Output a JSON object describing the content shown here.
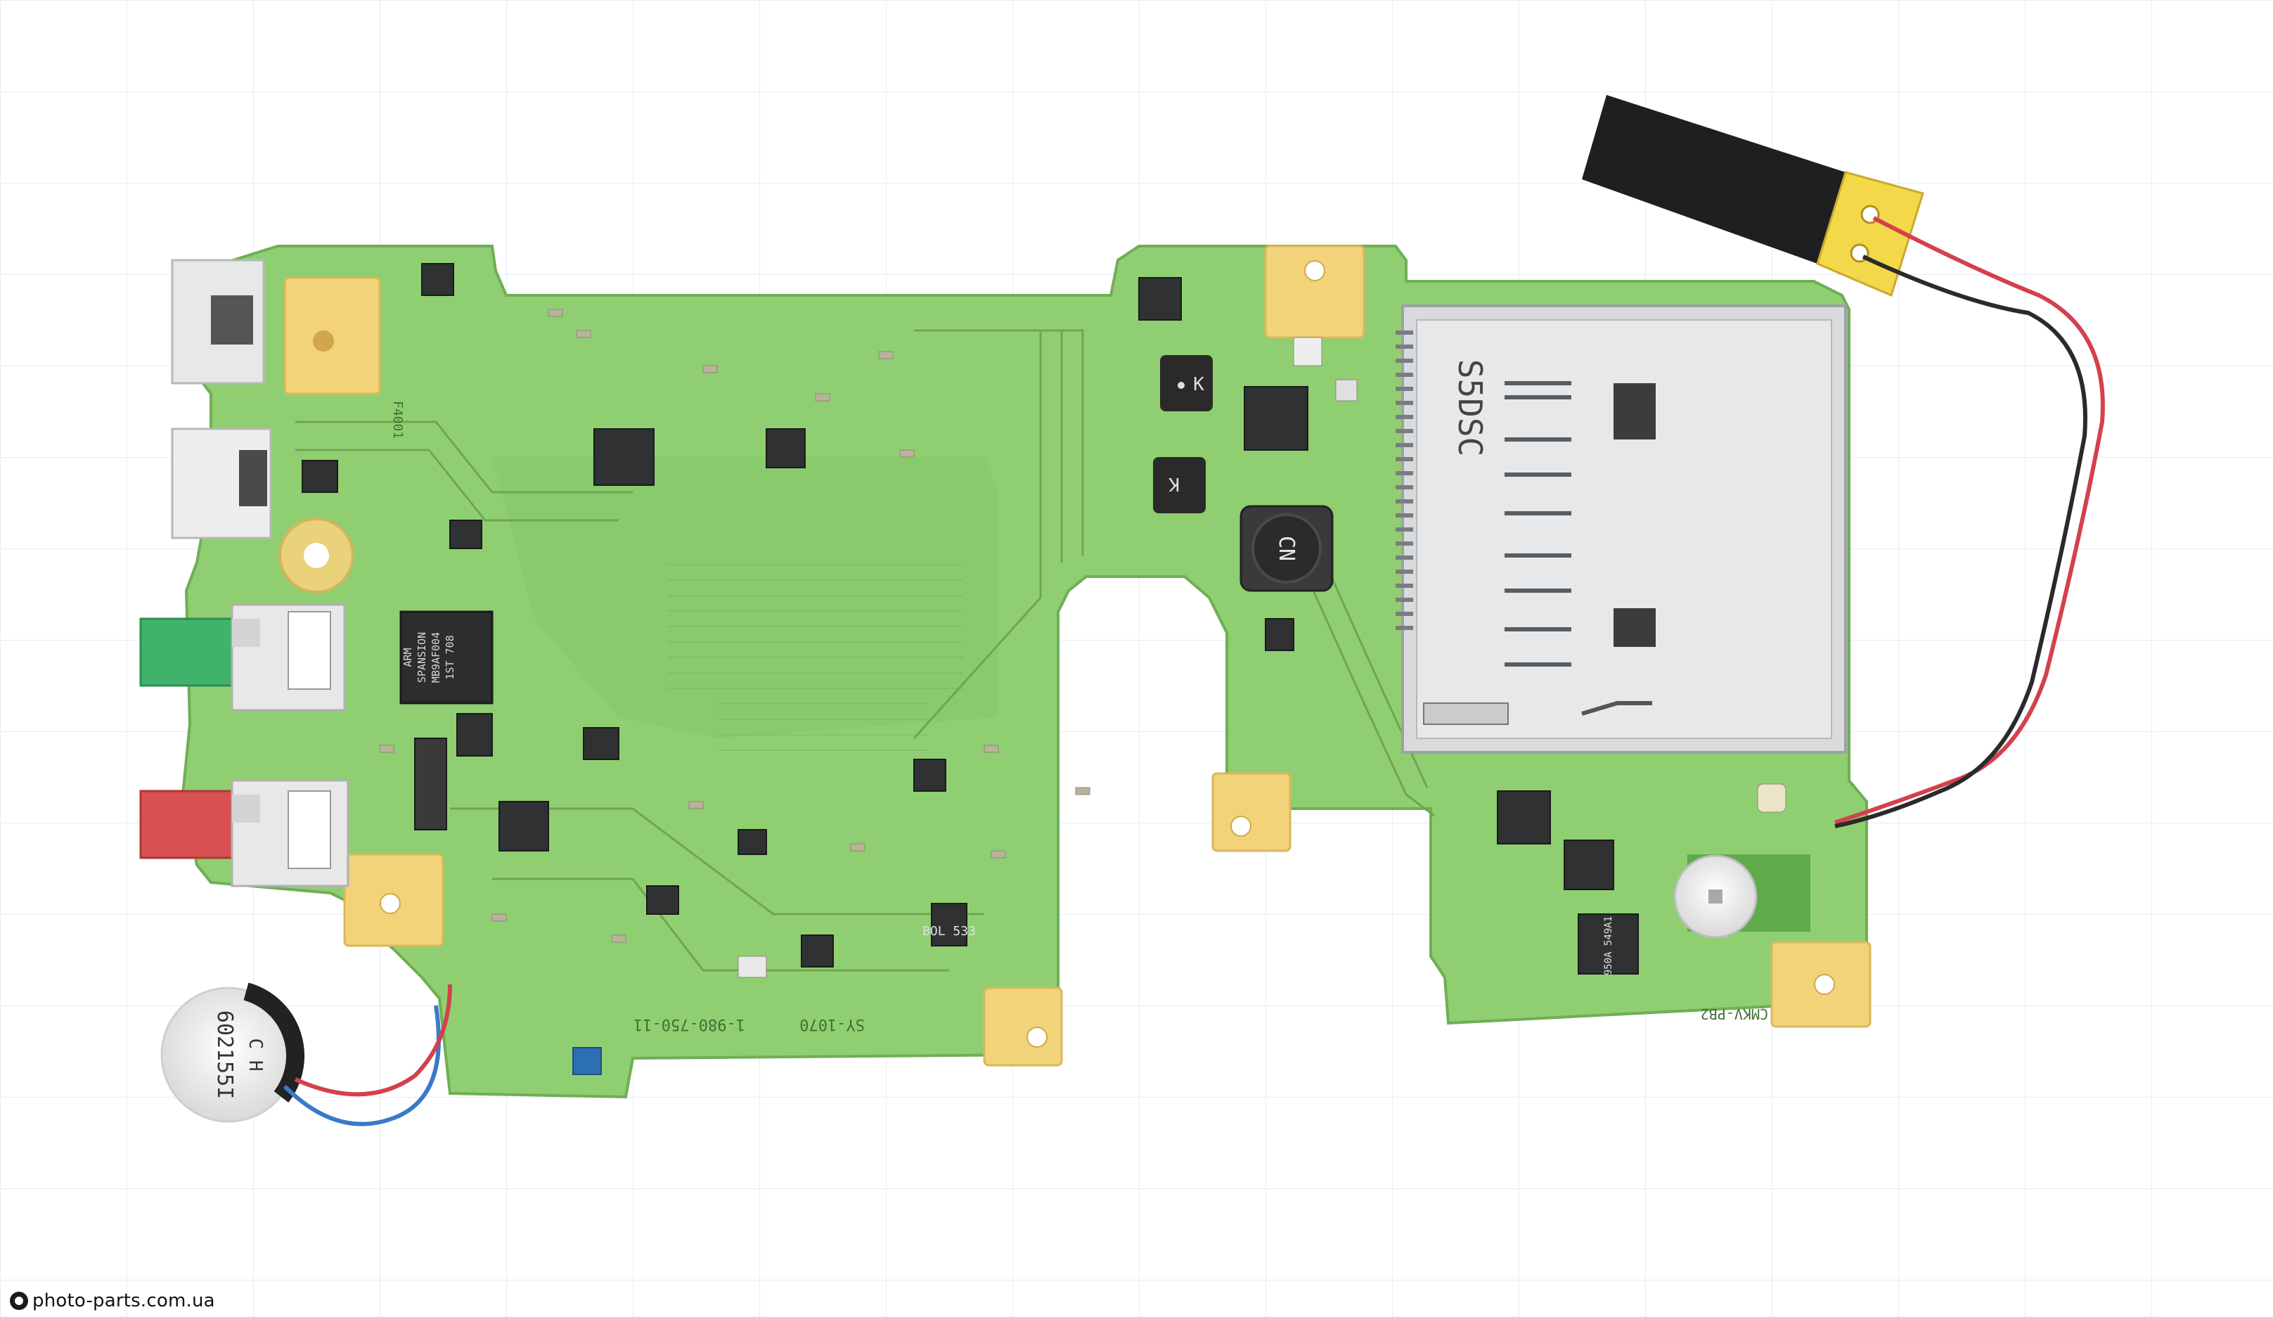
{
  "photo": {
    "subject_icons": [
      "pcb-board",
      "sd-card-slot",
      "green-audio-jack",
      "red-audio-jack",
      "coin-speaker",
      "wifi-antenna",
      "inductor",
      "backup-battery-clip"
    ],
    "colors": {
      "background": "#ffffff",
      "grid_line": "#e4ebf0",
      "pcb": "#8fcf72",
      "pcb_dark": "#77b95c",
      "trace": "#6fa552",
      "gold_pad": "#f2d37a",
      "chip": "#2b2d2e",
      "card_slot": "#d8dadc",
      "green_jack": "#3fb36a",
      "red_jack": "#d8504f",
      "antenna": "#1d1f20",
      "antenna_pad": "#f3d84a"
    }
  },
  "markings": {
    "chip_main_1": "SPANSION",
    "chip_main_2": "MB9AF004",
    "chip_main_3": "1ST 708",
    "chip_main_4": "ARM",
    "chip_cn": "CN",
    "chip_k": "K",
    "card_slot": "S5DSC",
    "board_code_1": "SY-1070",
    "board_code_2": "1-980-750-11",
    "board_code_3": "CMKV-PB2",
    "bol_chip": "BOL 533",
    "chip_950": "950A 549A1",
    "chip_f4001": "F4001",
    "speaker_code": "602155I",
    "speaker_h": "C H"
  },
  "watermark": {
    "text": "photo-parts.com.ua"
  }
}
